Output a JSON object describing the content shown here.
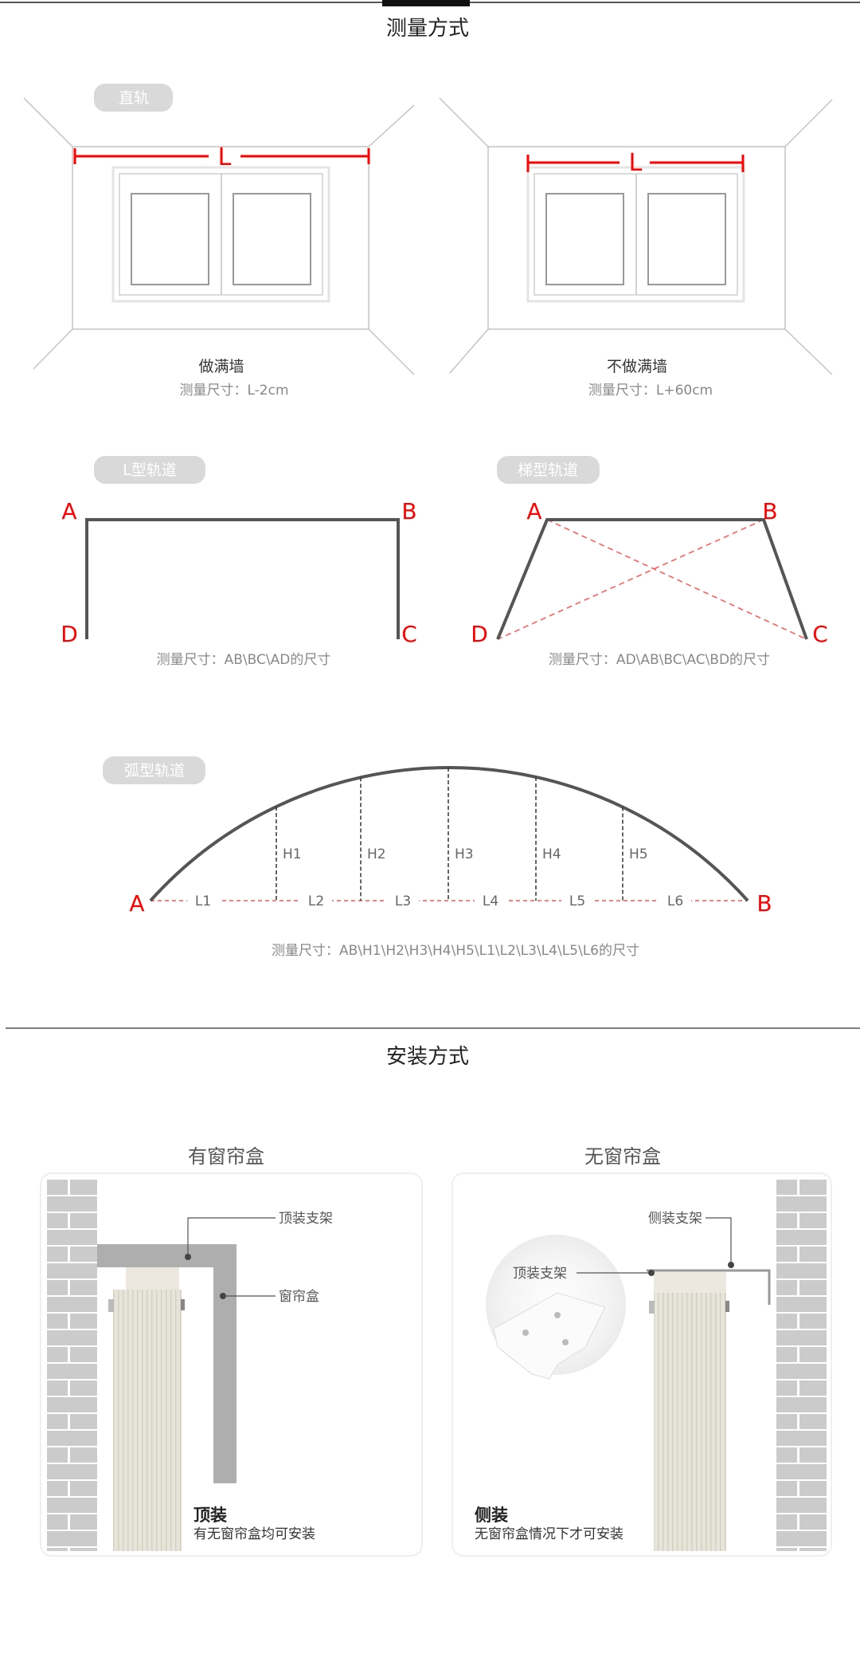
{
  "measure": {
    "title": "测量方式",
    "straight": {
      "tag": "直轨",
      "length_label": "L",
      "full_wall": {
        "title": "做满墙",
        "size": "测量尺寸：L-2cm"
      },
      "not_full_wall": {
        "title": "不做满墙",
        "size": "测量尺寸：L+60cm"
      }
    },
    "l_track": {
      "tag": "L型轨道",
      "points": [
        "A",
        "B",
        "C",
        "D"
      ],
      "size": "测量尺寸：AB\\BC\\AD的尺寸"
    },
    "trapezoid": {
      "tag": "梯型轨道",
      "points": [
        "A",
        "B",
        "C",
        "D"
      ],
      "size": "测量尺寸：AD\\AB\\BC\\AC\\BD的尺寸"
    },
    "arc": {
      "tag": "弧型轨道",
      "start": "A",
      "end": "B",
      "heights": [
        "H1",
        "H2",
        "H3",
        "H4",
        "H5"
      ],
      "segments": [
        "L1",
        "L2",
        "L3",
        "L4",
        "L5",
        "L6"
      ],
      "size": "测量尺寸：AB\\H1\\H2\\H3\\H4\\H5\\L1\\L2\\L3\\L4\\L5\\L6的尺寸"
    }
  },
  "install": {
    "title": "安装方式",
    "with_box": {
      "title": "有窗帘盒",
      "bracket_label": "顶装支架",
      "box_label": "窗帘盒",
      "method": "顶装",
      "note": "有无窗帘盒均可安装"
    },
    "without_box": {
      "title": "无窗帘盒",
      "side_bracket_label": "侧装支架",
      "top_bracket_label": "顶装支架",
      "method": "侧装",
      "note": "无窗帘盒情况下才可安装"
    }
  },
  "colors": {
    "accent": "#ff0000",
    "track": "#555555",
    "pill": "#d9d9d9"
  }
}
